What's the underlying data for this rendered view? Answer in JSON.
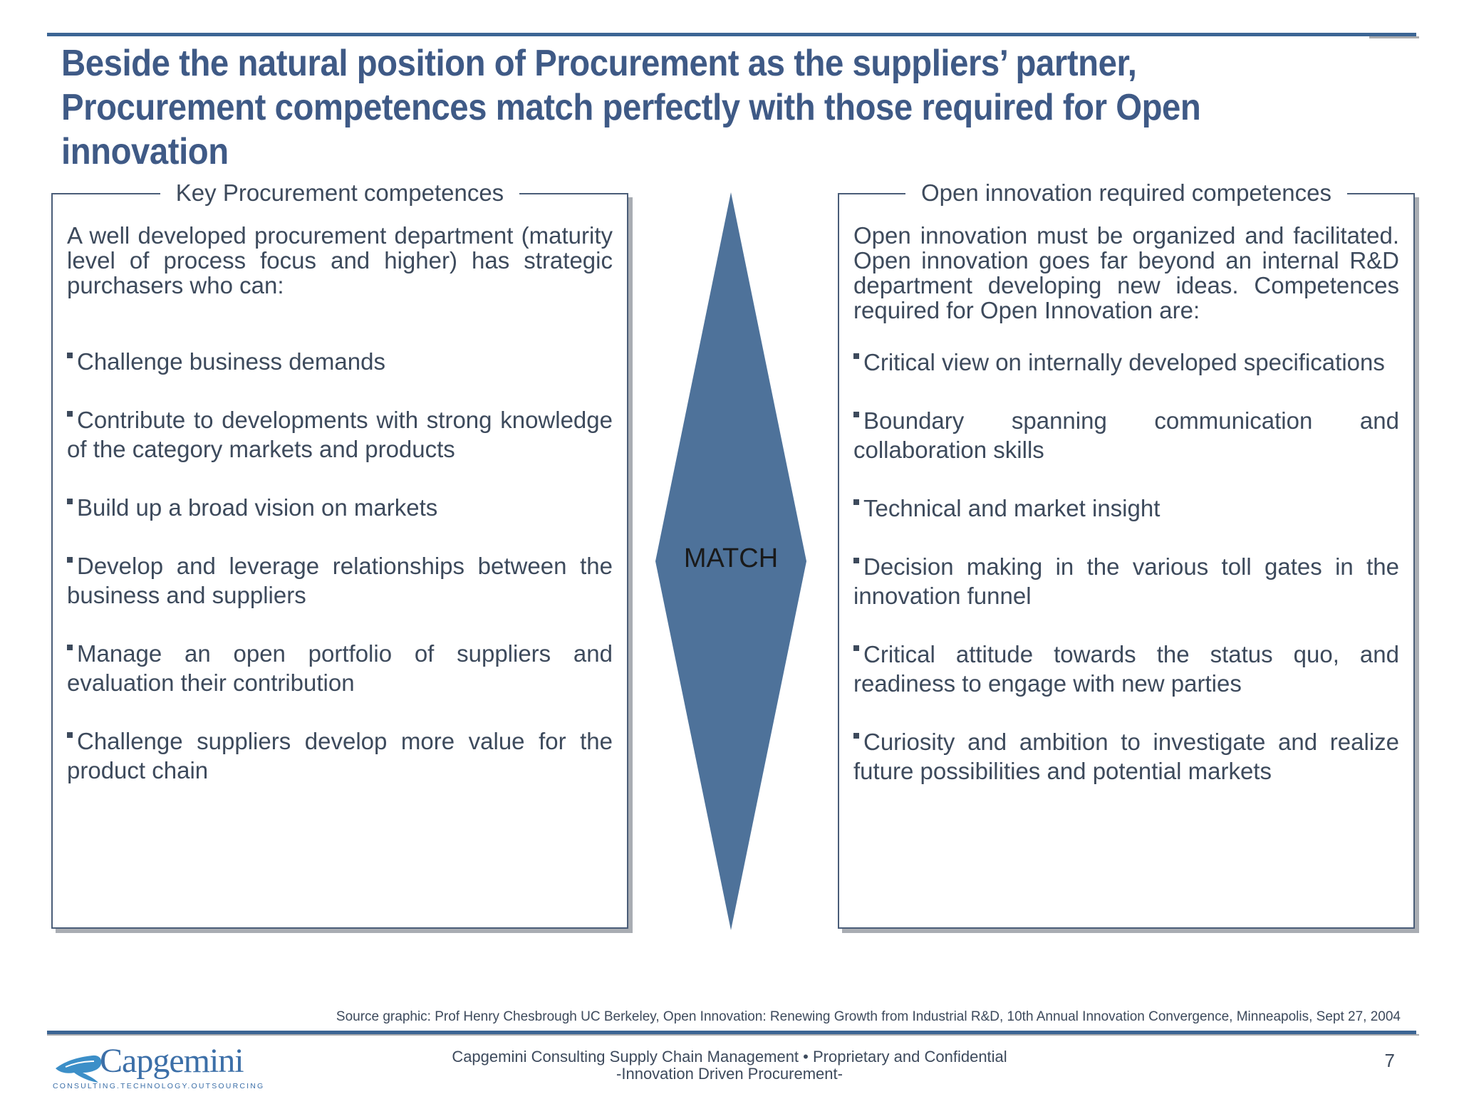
{
  "slide": {
    "title": "Beside the natural position of Procurement as the suppliers’ partner, Procurement competences match perfectly with those required for Open innovation",
    "left_panel": {
      "heading": "Key Procurement competences",
      "intro": "A well developed procurement department (maturity level of process focus and higher) has strategic purchasers who can:",
      "bullets": [
        "Challenge business demands",
        "Contribute to developments with strong knowledge of the category markets and products",
        "Build up a broad vision on markets",
        "Develop and leverage relationships between the business and suppliers",
        "Manage an open portfolio of suppliers and evaluation their contribution",
        "Challenge suppliers develop more value for the product chain"
      ]
    },
    "center": {
      "label": "MATCH",
      "color": "#4e729a"
    },
    "right_panel": {
      "heading": "Open innovation required competences",
      "intro": "Open innovation must be organized and facilitated. Open innovation goes far beyond an internal R&D department developing new ideas. Competences required for Open Innovation are:",
      "bullets": [
        "Critical view on internally developed specifications",
        "Boundary spanning communication and collaboration skills",
        "Technical and market insight",
        "Decision making in the various toll gates in the innovation funnel",
        "Critical attitude towards the status quo, and readiness to engage with new parties",
        "Curiosity and ambition to investigate and realize future possibilities and potential markets"
      ]
    },
    "source": "Source graphic: Prof Henry Chesbrough UC Berkeley, Open Innovation: Renewing Growth from Industrial R&D, 10th Annual Innovation Convergence, Minneapolis, Sept 27, 2004"
  },
  "footer": {
    "logo_name": "Capgemini",
    "logo_tagline": "CONSULTING.TECHNOLOGY.OUTSOURCING",
    "line1": "Capgemini Consulting Supply Chain Management • Proprietary and Confidential",
    "line2": "-Innovation Driven Procurement-",
    "page_number": "7"
  },
  "colors": {
    "title": "#3f5a86",
    "rule": "#3c6594",
    "text": "#3d4a5c",
    "brand": "#3c6fa8"
  }
}
